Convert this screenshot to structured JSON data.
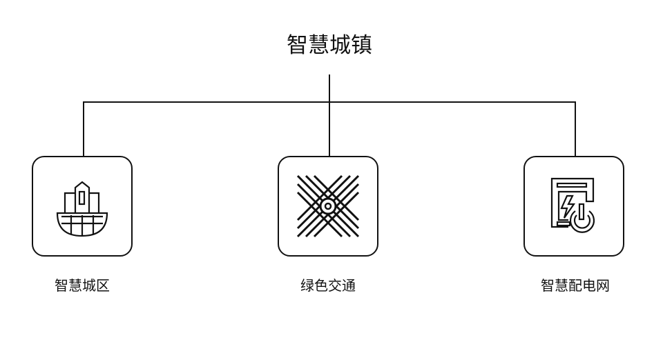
{
  "title": "智慧城镇",
  "children": [
    {
      "label": "智慧城区",
      "icon": "city-globe-icon"
    },
    {
      "label": "绿色交通",
      "icon": "crossroad-icon"
    },
    {
      "label": "智慧配电网",
      "icon": "power-grid-icon"
    }
  ]
}
